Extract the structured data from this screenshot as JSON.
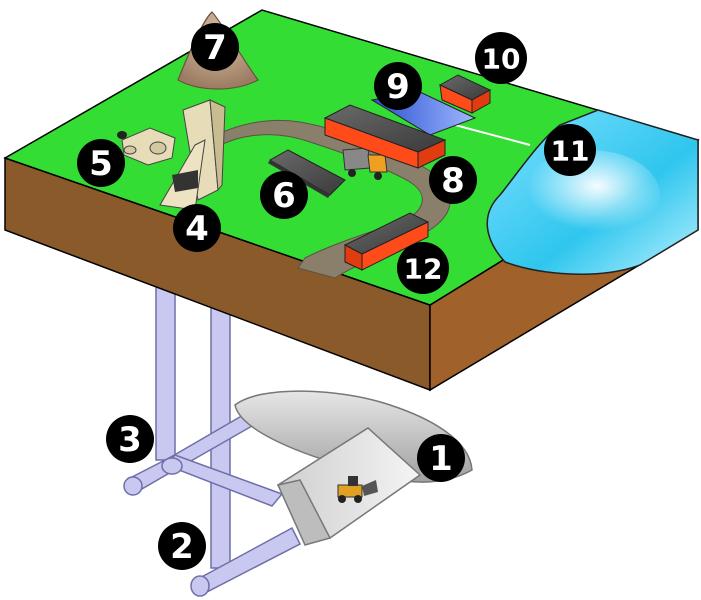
{
  "colors": {
    "grass": "#33dd33",
    "soil": "#8b5a2b",
    "shafts": "#c8c8f0",
    "road": "#8a7f6a",
    "building_roof": "#555555",
    "building_wall": "#ff4a1a",
    "water": "#44ccf0",
    "label_disc": "#000000",
    "label_text": "#ffffff"
  },
  "labels": [
    {
      "key": "orebody",
      "text": "1"
    },
    {
      "key": "drift",
      "text": "2"
    },
    {
      "key": "shafts",
      "text": "3"
    },
    {
      "key": "headframe",
      "text": "4"
    },
    {
      "key": "processing",
      "text": "5"
    },
    {
      "key": "storage",
      "text": "6"
    },
    {
      "key": "waste-pile",
      "text": "7"
    },
    {
      "key": "haul-road",
      "text": "8"
    },
    {
      "key": "main-building",
      "text": "9"
    },
    {
      "key": "small-building",
      "text": "10"
    },
    {
      "key": "lake",
      "text": "11"
    },
    {
      "key": "workshop",
      "text": "12"
    }
  ]
}
